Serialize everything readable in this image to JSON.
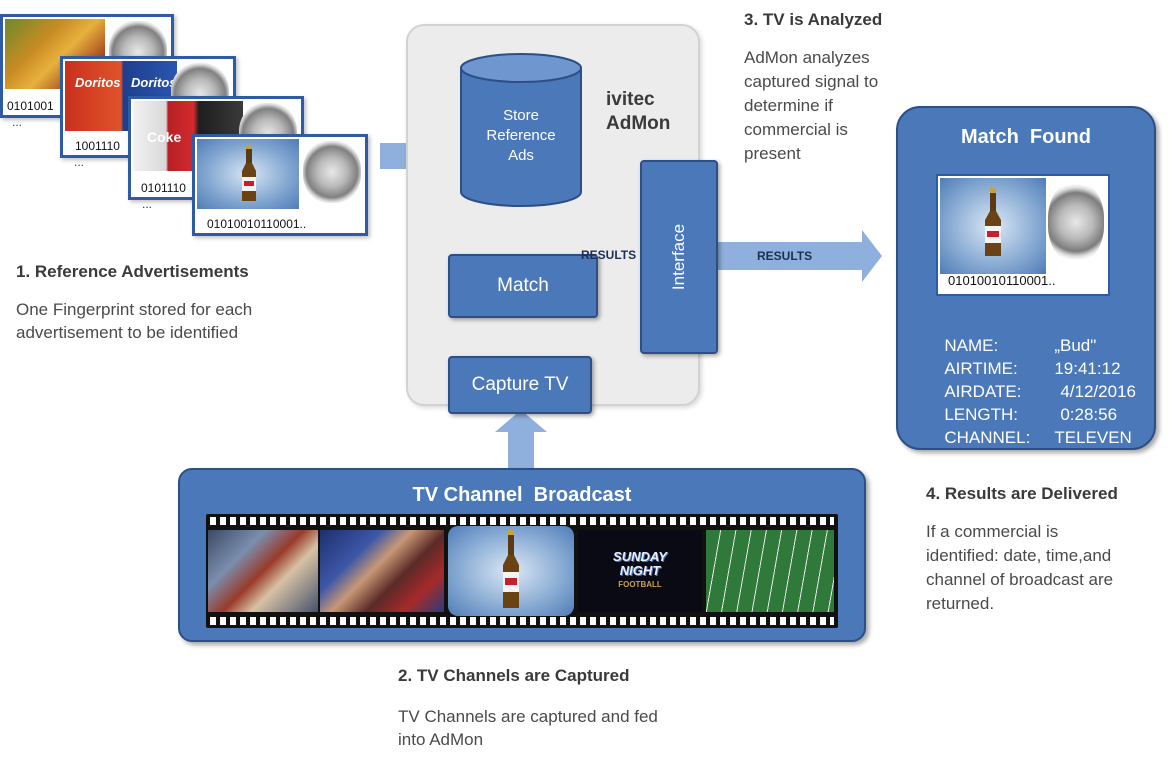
{
  "reference_cards": [
    {
      "bits": "0101001"
    },
    {
      "bits": "1001110",
      "brand": "Doritos",
      "brand2": "Doritos"
    },
    {
      "bits": "0101110",
      "brand": "Coke"
    },
    {
      "bits": "01010010110001.."
    }
  ],
  "ellipsis": "...",
  "step1": {
    "heading": "1. Reference Advertisements",
    "body": "One Fingerprint stored for each\nadvertisement to be identified"
  },
  "admon": {
    "store_label": "Store\nReference\nAds",
    "product_name": "ivitec\nAdMon",
    "match_label": "Match",
    "capture_label": "Capture TV",
    "interface_label": "Interface"
  },
  "arrows": {
    "results_inner": "RESULTS",
    "results_outer": "RESULTS"
  },
  "step3": {
    "heading": "3. TV is Analyzed",
    "body": "AdMon analyzes\ncaptured signal to\ndetermine if\ncommercial is\npresent"
  },
  "match_found": {
    "title": "Match  Found",
    "bits": "01010010110001..",
    "rows": [
      {
        "label": "NAME:",
        "value": "„Bud\""
      },
      {
        "label": "AIRTIME:",
        "value": "19:41:12"
      },
      {
        "label": "AIRDATE:",
        "value": "4/12/2016"
      },
      {
        "label": "LENGTH:",
        "value": "0:28:56"
      },
      {
        "label": "CHANNEL:",
        "value": "TELEVEN"
      }
    ]
  },
  "broadcast": {
    "title": "TV Channel  Broadcast",
    "frame3_text": "SUNDAY\nNIGHT",
    "frame3_sub": "FOOTBALL"
  },
  "step2": {
    "heading": "2. TV Channels are Captured",
    "body": "TV Channels are captured and fed\ninto AdMon"
  },
  "step4": {
    "heading": "4. Results are Delivered",
    "body": "If a commercial is\nidentified:  date, time,and\nchannel of broadcast are\nreturned."
  },
  "colors": {
    "box_blue": "#4a78b8",
    "arrow_blue": "#8fb0dc",
    "panel_gray": "#ececec",
    "card_border": "#2f5aa4"
  }
}
